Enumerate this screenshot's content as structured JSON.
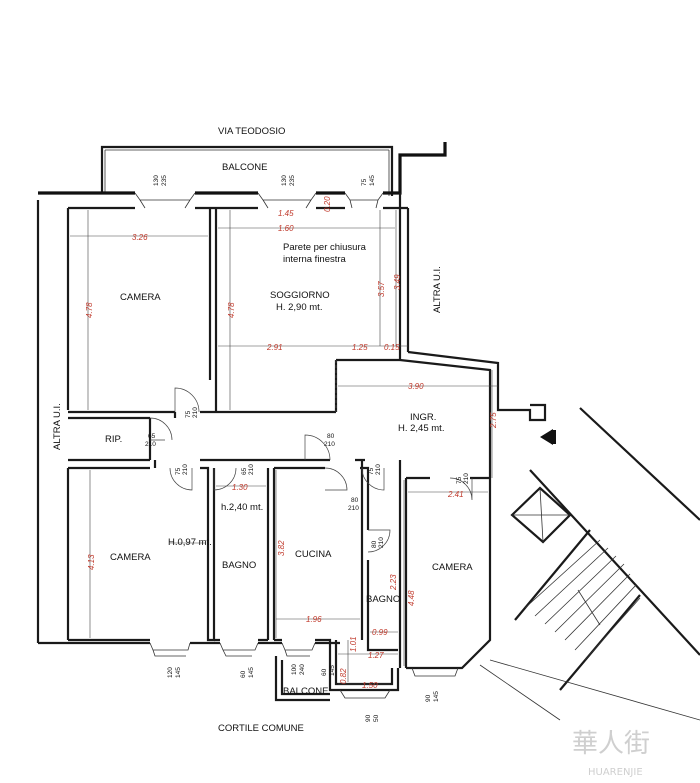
{
  "street": "VIA TEODOSIO",
  "courtyard": "CORTILE COMUNE",
  "neighbor_left": "ALTRA U.I.",
  "neighbor_right": "ALTRA U.I.",
  "rooms": {
    "balcone_top": "BALCONE",
    "balcone_bottom": "BALCONE",
    "camera_1": "CAMERA",
    "camera_2": "CAMERA",
    "camera_3": "CAMERA",
    "soggiorno": "SOGGIORNO",
    "soggiorno_h": "H. 2,90 mt.",
    "ingresso": "INGR.",
    "ingresso_h": "H. 2,45 mt.",
    "ripostiglio": "RIP.",
    "bagno_1": "BAGNO",
    "bagno_1_h": "h.2,40 mt.",
    "bagno_2": "BAGNO",
    "cucina": "CUCINA",
    "camera_2_h": "H.0,97 mt."
  },
  "note": {
    "line1": "Parete per chiusura",
    "line2": "interna finestra"
  },
  "dims": {
    "d326": "3.26",
    "d478a": "4.78",
    "d145": "1.45",
    "d020": "0.20",
    "d160": "1.60",
    "d478b": "4.78",
    "d357": "3.57",
    "d349": "3.49",
    "d291": "2.91",
    "d125": "1.25",
    "d015": "0.15",
    "d390": "3.90",
    "d275": "2.75",
    "d130": "1.30",
    "d241": "2.41",
    "d413": "4.13",
    "d382": "3.82",
    "d448": "4.48",
    "d223": "2.23",
    "d196": "1.96",
    "d099": "0.99",
    "d101": "1.01",
    "d127": "1.27",
    "d082": "0.82",
    "d150": "1.50"
  },
  "openings": {
    "w1a": "130",
    "w1b": "235",
    "w2a": "130",
    "w2b": "235",
    "w3a": "75",
    "w3b": "145",
    "door_rip_a": "75",
    "door_rip_b": "210",
    "door_rip2_a": "65",
    "door_rip2_b": "210",
    "door_ingr_a": "80",
    "door_ingr_b": "210",
    "door_cam2_a": "75",
    "door_cam2_b": "210",
    "door_bagno1_a": "65",
    "door_bagno1_b": "210",
    "door_cucina_a": "80",
    "door_cucina_b": "210",
    "door_cuc2_a": "75",
    "door_cuc2_b": "210",
    "door_bagno2_a": "80",
    "door_bagno2_b": "210",
    "door_cam3_a": "75",
    "door_cam3_b": "210",
    "bw1a": "120",
    "bw1b": "145",
    "bw2a": "60",
    "bw2b": "145",
    "bw3a": "100",
    "bw3b": "240",
    "bw4a": "60",
    "bw4b": "145",
    "bw5a": "90",
    "bw5b": "50",
    "bw6a": "90",
    "bw6b": "145"
  },
  "watermark": {
    "cjk": "華人街",
    "latin": "HUARENJIE"
  }
}
